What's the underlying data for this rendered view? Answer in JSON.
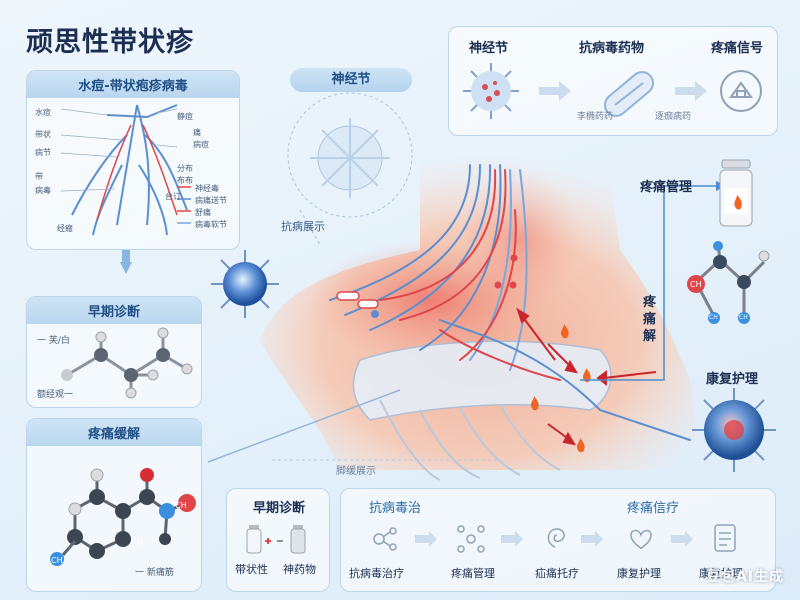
{
  "title": "顽思性带状疹",
  "nerve_map": {
    "header": "水痘-带状疱疹病毒",
    "labels": [
      "水痘",
      "带状",
      "病节",
      "带",
      "病毒",
      "经瘢",
      "静痘",
      "痛",
      "病痘",
      "分布",
      "布布",
      "台订"
    ],
    "legend": [
      "神经毒",
      "病痛送节",
      "舒痛",
      "病毒软节"
    ]
  },
  "ganglion_label": "神经节",
  "antiviral_display": "抗病展示",
  "early_diagnosis": {
    "header": "早期诊断",
    "label_top": "一 芙/白",
    "label_bottom": "额经观一"
  },
  "pain_relief": {
    "header": "疼痛缓解",
    "atom_label_left": "CH",
    "atom_label_right": "CH",
    "atom_label_bottom": "CH",
    "caption": "一 新痛筋"
  },
  "top_flow": {
    "steps": [
      {
        "label": "神经节",
        "sub": ""
      },
      {
        "label": "抗病毒药物",
        "sub": "李椭药药"
      },
      {
        "label": "疼痛信号",
        "sub": "逐痂病药"
      }
    ]
  },
  "pain_management": "疼痛管理",
  "pain_relief_vertical": [
    "疼",
    "痛",
    "解"
  ],
  "recovery_care": "康复护理",
  "molecule_right_labels": [
    "CH",
    "CH",
    "CH"
  ],
  "center_caption": "脚缓展示",
  "bottom_early": {
    "header": "早期诊断",
    "items": [
      "带状性",
      "神药物"
    ]
  },
  "bottom_flow": {
    "head_left": "抗病毒治",
    "head_right": "疼痛信疗",
    "steps": [
      "抗病毒治疗",
      "疼痛管理",
      "疝痛托疗",
      "康复护理",
      "康复护理"
    ]
  },
  "watermark": "豆包AI生成",
  "colors": {
    "accent": "#2b6aa8",
    "nerve_blue": "#5b8fd0",
    "nerve_red": "#e0454a",
    "fire": "#f0651f"
  }
}
